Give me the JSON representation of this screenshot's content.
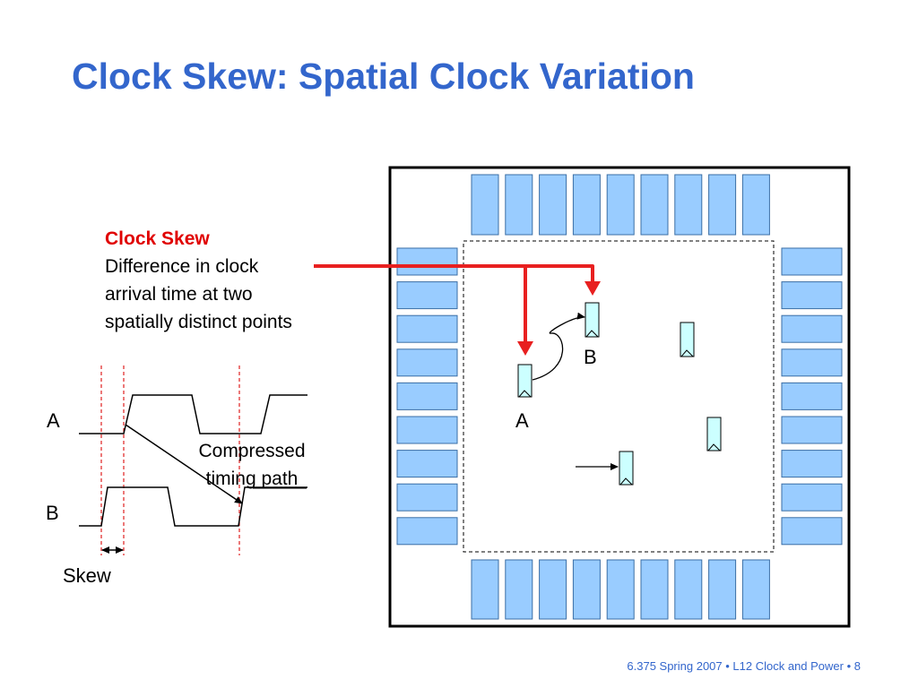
{
  "slide": {
    "title": "Clock Skew: Spatial Clock Variation",
    "footer": "6.375 Spring 2007 • L12 Clock and Power • 8"
  },
  "definition": {
    "term": "Clock Skew",
    "lines": [
      "Difference in clock",
      "arrival time at two",
      "spatially distinct points"
    ]
  },
  "timing_diagram": {
    "signal_a_label": "A",
    "signal_b_label": "B",
    "path_label_line1": "Compressed",
    "path_label_line2": "timing path",
    "skew_label": "Skew"
  },
  "chip": {
    "flipflop_a_label": "A",
    "flipflop_b_label": "B",
    "pad_columns_top": 9,
    "pad_columns_bottom": 9,
    "pad_rows_left": 9,
    "pad_rows_right": 9
  },
  "colors": {
    "title": "#3366cc",
    "term": "#e00000",
    "arrow": "#e82020",
    "pad_fill": "#99ccff",
    "pad_stroke": "#3a6ea5",
    "flipflop_fill": "#ccffff",
    "guide_line": "#e02020"
  }
}
